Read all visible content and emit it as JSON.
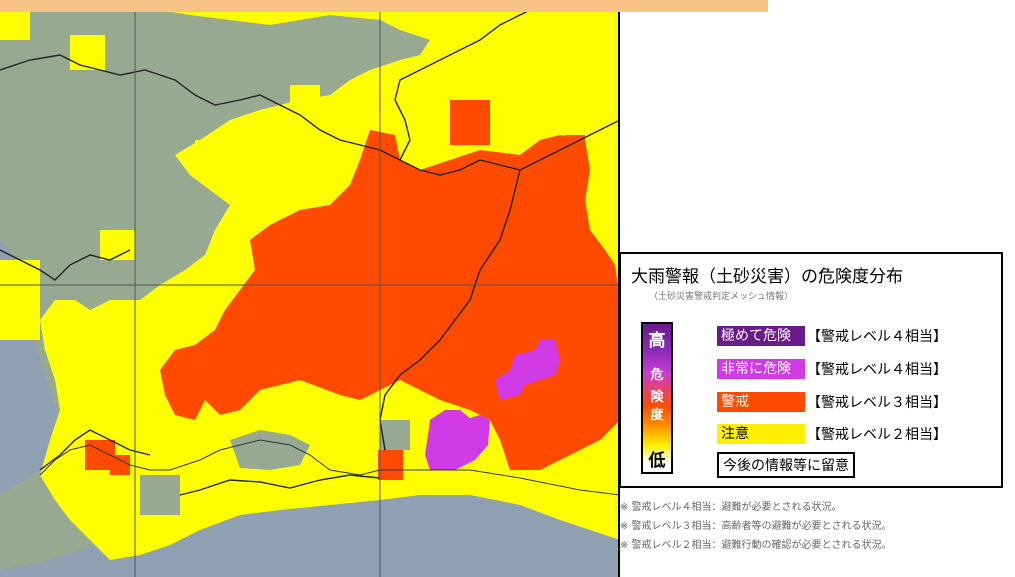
{
  "legend": {
    "title": "大雨警報（土砂災害）の危険度分布",
    "subtitle": "（土砂災害警戒判定メッシュ情報）",
    "scale": {
      "high": "高",
      "ki": "危",
      "ken": "険",
      "do": "度",
      "low": "低"
    },
    "items": [
      {
        "label": "極めて危険",
        "level": "【警戒レベル４相当】",
        "color": "#6a1b8a"
      },
      {
        "label": "非常に危険",
        "level": "【警戒レベル４相当】",
        "color": "#d03be6"
      },
      {
        "label": "警戒",
        "level": "【警戒レベル３相当】",
        "color": "#ff4a00"
      },
      {
        "label": "注意",
        "level": "【警戒レベル２相当】",
        "color": "#ffef00"
      }
    ],
    "note_box": "今後の情報等に留意"
  },
  "notes": [
    "※ 警戒レベル４相当：避難が必要とされる状況。",
    "※ 警戒レベル３相当：高齢者等の避難が必要とされる状況。",
    "※ 警戒レベル２相当：避難行動の確認が必要とされる状況。"
  ],
  "colors": {
    "sea": "#8fa0b3",
    "land": "#97a990",
    "yellow": "#ffff00",
    "orange": "#ff4a00",
    "magenta": "#d03be6",
    "header_bar": "#f7c486"
  }
}
